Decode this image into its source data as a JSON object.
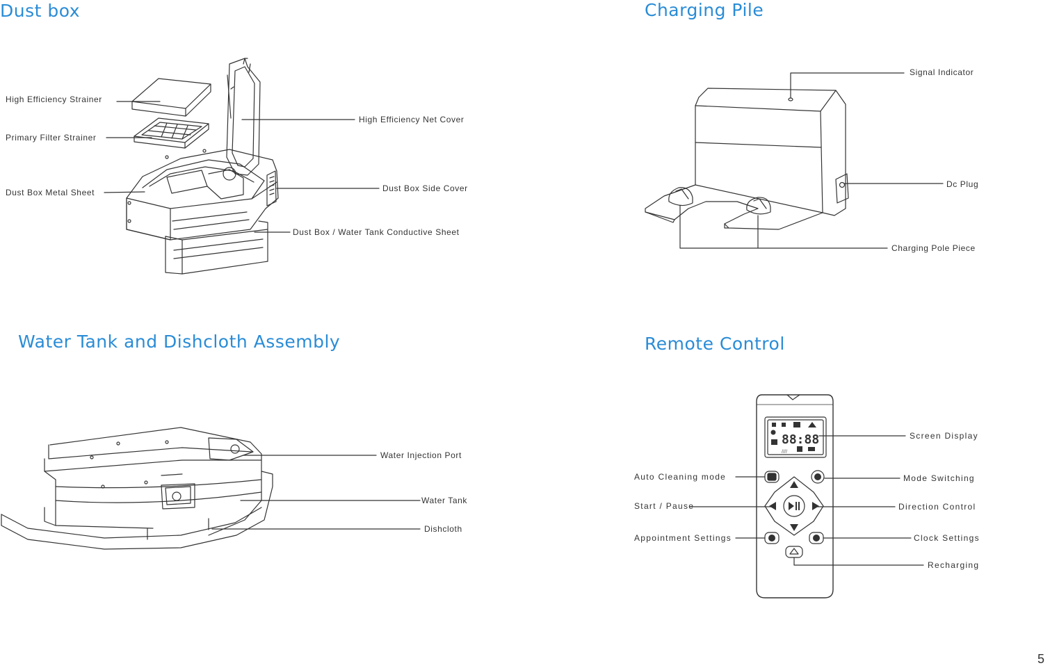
{
  "sections": {
    "dust_box": {
      "title": "Dust box",
      "labels": {
        "high_efficiency_strainer": "High Efficiency Strainer",
        "primary_filter_strainer": "Primary Filter Strainer",
        "metal_sheet": "Dust Box Metal Sheet",
        "net_cover": "High Efficiency Net Cover",
        "side_cover": "Dust Box Side Cover",
        "conductive_sheet": "Dust Box / Water Tank Conductive Sheet"
      }
    },
    "charging_pile": {
      "title": "Charging Pile",
      "labels": {
        "signal_indicator": "Signal Indicator",
        "dc_plug": "Dc Plug",
        "charging_pole_piece": "Charging Pole Piece"
      }
    },
    "water_tank": {
      "title": "Water Tank and Dishcloth Assembly",
      "labels": {
        "water_injection_port": "Water Injection Port",
        "water_tank": "Water Tank",
        "dishcloth": "Dishcloth"
      }
    },
    "remote_control": {
      "title": "Remote Control",
      "labels": {
        "screen_display": "Screen  Display",
        "mode_switching": "Mode  Switching",
        "direction_control": "Direction  Control",
        "clock_settings": "Clock  Settings",
        "recharging": "Recharging",
        "auto_cleaning_mode": "Auto  Cleaning  mode",
        "start_pause": "Start / Pause",
        "appointment_settings": "Appointment  Settings"
      },
      "screen_digits": "88:88"
    }
  },
  "page_number": "5"
}
